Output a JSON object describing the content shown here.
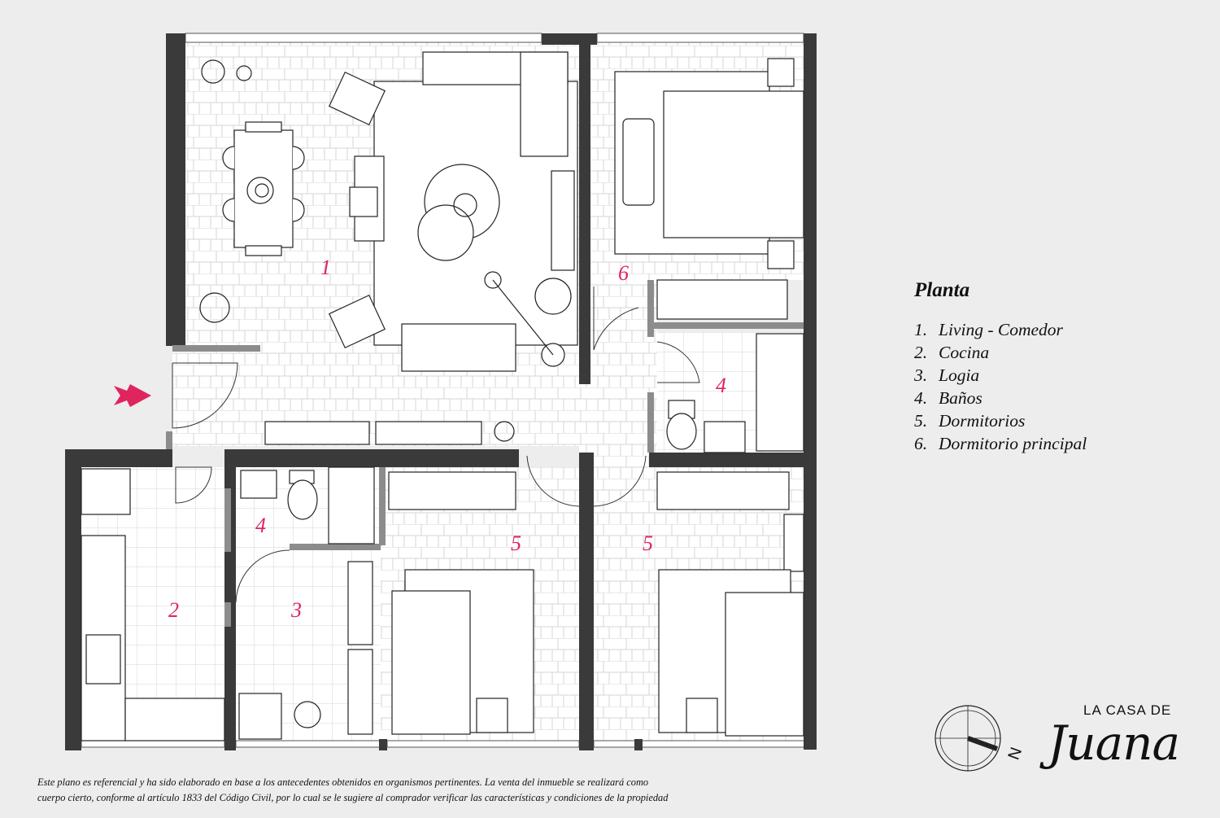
{
  "legend": {
    "title": "Planta",
    "items": [
      {
        "num": "1.",
        "label": "Living - Comedor"
      },
      {
        "num": "2.",
        "label": "Cocina"
      },
      {
        "num": "3.",
        "label": "Logia"
      },
      {
        "num": "4.",
        "label": "Baños"
      },
      {
        "num": "5.",
        "label": "Dormitorios"
      },
      {
        "num": "6.",
        "label": "Dormitorio principal"
      }
    ]
  },
  "rooms": [
    {
      "id": "living",
      "number": "1"
    },
    {
      "id": "cocina",
      "number": "2"
    },
    {
      "id": "logia",
      "number": "3"
    },
    {
      "id": "bano-small",
      "number": "4"
    },
    {
      "id": "bano-main",
      "number": "4"
    },
    {
      "id": "dorm-1",
      "number": "5"
    },
    {
      "id": "dorm-2",
      "number": "5"
    },
    {
      "id": "dorm-principal",
      "number": "6"
    }
  ],
  "disclaimer": {
    "line1": "Este plano es referencial y ha sido elaborado en base a los antecedentes obtenidos en organismos pertinentes.  La venta del inmueble se realizará como",
    "line2": "cuerpo cierto,  conforme al artículo 1833 del Código Civil, por lo cual se le sugiere al comprador verificar las características y condiciones de la propiedad"
  },
  "brand": {
    "line1": "LA CASA DE",
    "script": "Juana"
  },
  "compass": {
    "label": "N"
  },
  "colors": {
    "background": "#ededed",
    "wall": "#3a3a3a",
    "floor": "#ffffff",
    "room_number": "#e0245e",
    "entry_arrow": "#e0245e"
  }
}
